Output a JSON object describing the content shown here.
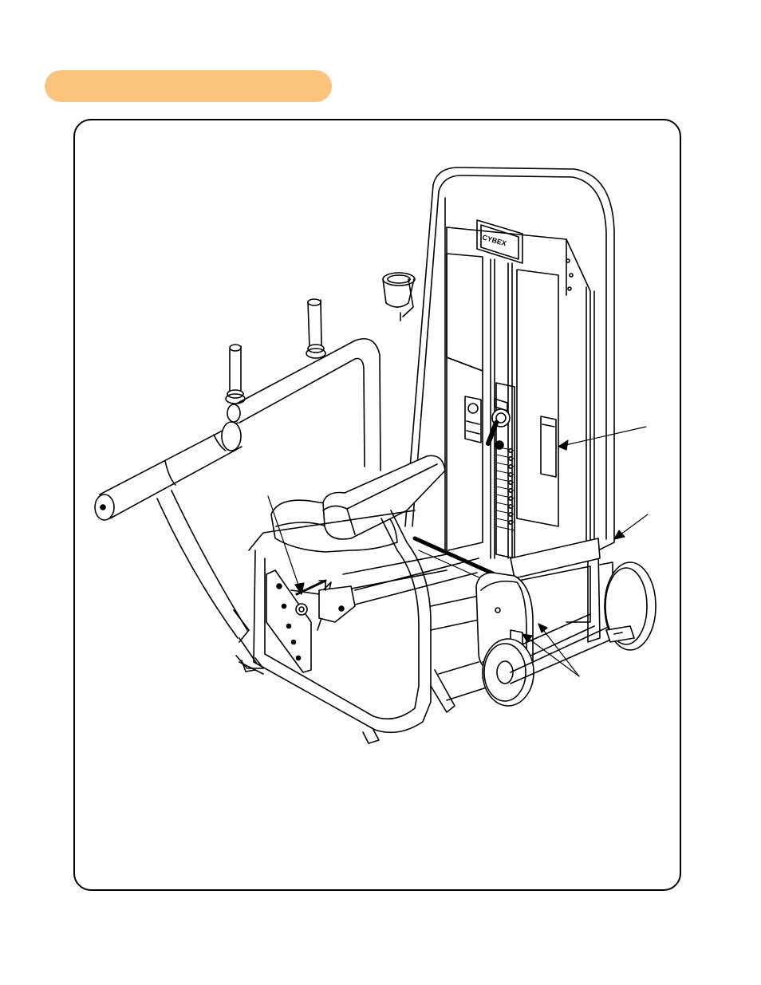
{
  "header": {
    "section_title": "",
    "pill_color": "#fbc47c"
  },
  "figure": {
    "frame_border_color": "#000000",
    "line_color": "#000000",
    "fill_color": "#ffffff",
    "logo_text": "CYBEX",
    "callouts": [
      {
        "id": "callout-1"
      },
      {
        "id": "callout-2"
      },
      {
        "id": "callout-3"
      },
      {
        "id": "callout-4"
      }
    ]
  }
}
